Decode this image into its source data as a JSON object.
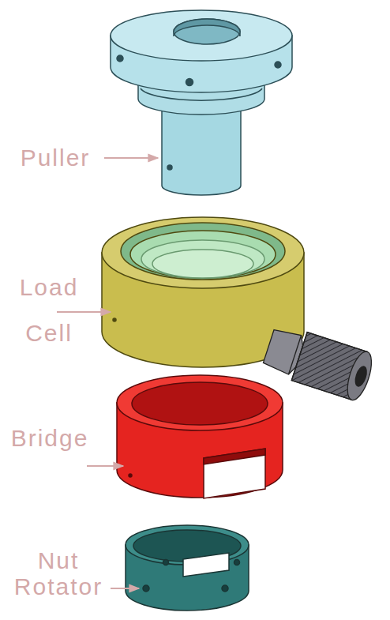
{
  "diagram": {
    "labels": [
      "Puller",
      "Load Cell",
      "Bridge",
      "Nut Rotator"
    ]
  }
}
